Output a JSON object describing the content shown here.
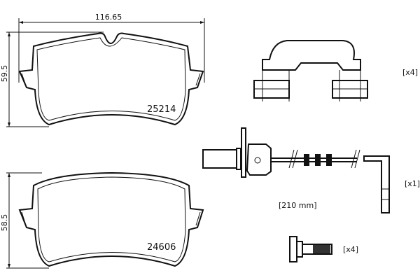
{
  "dimensions": {
    "top_width": "116.65",
    "top_height": "59.5",
    "bottom_height": "58.5"
  },
  "pads": {
    "top_number": "25214",
    "bottom_number": "24606"
  },
  "accessories": {
    "clip_qty": "[x4]",
    "sensor_qty": "[x1]",
    "sensor_length": "[210 mm]",
    "bolt_qty": "[x4]"
  }
}
